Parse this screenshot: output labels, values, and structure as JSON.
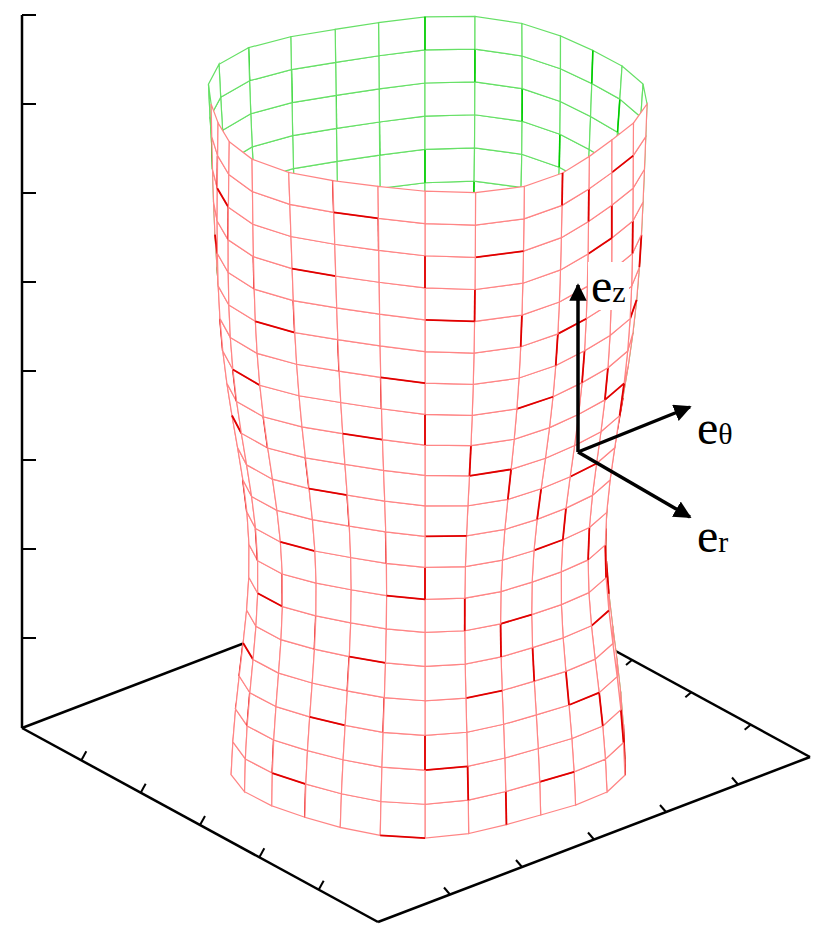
{
  "diagram": {
    "labels": [
      "ez",
      "eθ",
      "er"
    ]
  }
}
